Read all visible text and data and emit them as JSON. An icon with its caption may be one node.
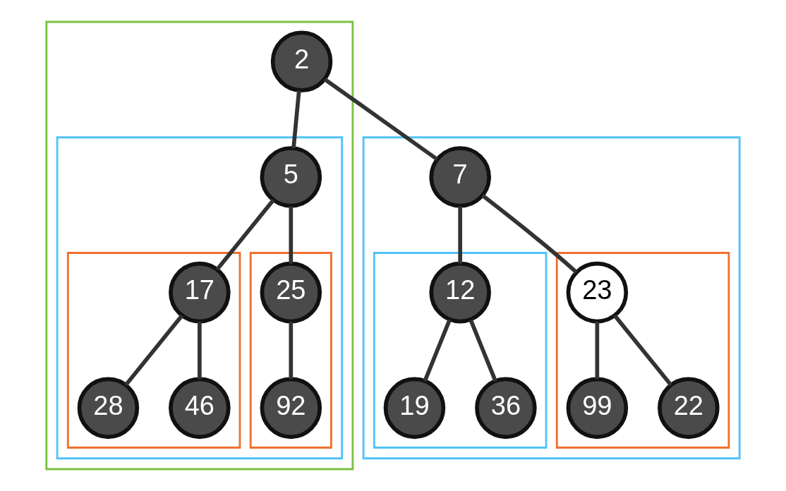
{
  "diagram": {
    "nodes": [
      {
        "text": [],
        "shape": "box"
      },
      {
        "text": [],
        "shape": "box"
      },
      {
        "text": [],
        "shape": "box",
        "in": 0
      },
      {
        "text": [],
        "shape": "box",
        "in": 1
      },
      {
        "text": [],
        "shape": "box",
        "in": 1
      },
      {
        "text": [],
        "shape": "box",
        "in": 2
      },
      {
        "text": [],
        "shape": "box",
        "in": 2
      },
      {
        "text": [
          "2"
        ],
        "in": 0
      },
      {
        "text": [
          "7"
        ],
        "in": 1
      },
      {
        "text": [
          "5"
        ],
        "in": 2
      },
      {
        "text": [
          "12"
        ],
        "in": 3
      },
      {
        "text": [
          "23"
        ],
        "in": 4
      },
      {
        "text": [
          "17"
        ],
        "in": 5
      },
      {
        "text": [
          "25"
        ],
        "in": 6
      },
      {
        "text": [
          "19"
        ],
        "in": 3
      },
      {
        "text": [
          "36"
        ],
        "in": 3
      },
      {
        "text": [
          "99"
        ],
        "in": 4
      },
      {
        "text": [
          "22"
        ],
        "in": 4
      },
      {
        "text": [
          "28"
        ],
        "in": 5
      },
      {
        "text": [
          "46"
        ],
        "in": 5
      },
      {
        "text": [
          "92"
        ],
        "in": 6
      }
    ],
    "edges": [
      {
        "from": 7,
        "to": 8,
        "arrow": "none"
      },
      {
        "from": 7,
        "to": 9,
        "arrow": "none"
      },
      {
        "from": 8,
        "to": 10,
        "arrow": "none"
      },
      {
        "from": 8,
        "to": 11,
        "arrow": "none"
      },
      {
        "from": 9,
        "to": 12,
        "arrow": "none"
      },
      {
        "from": 9,
        "to": 13,
        "arrow": "none"
      },
      {
        "from": 10,
        "to": 14,
        "arrow": "none"
      },
      {
        "from": 10,
        "to": 15,
        "arrow": "none"
      },
      {
        "from": 11,
        "to": 16,
        "arrow": "none"
      },
      {
        "from": 11,
        "to": 17,
        "arrow": "none"
      },
      {
        "from": 12,
        "to": 18,
        "arrow": "none"
      },
      {
        "from": 12,
        "to": 19,
        "arrow": "none"
      },
      {
        "from": 13,
        "to": 20,
        "arrow": "none"
      }
    ]
  }
}
